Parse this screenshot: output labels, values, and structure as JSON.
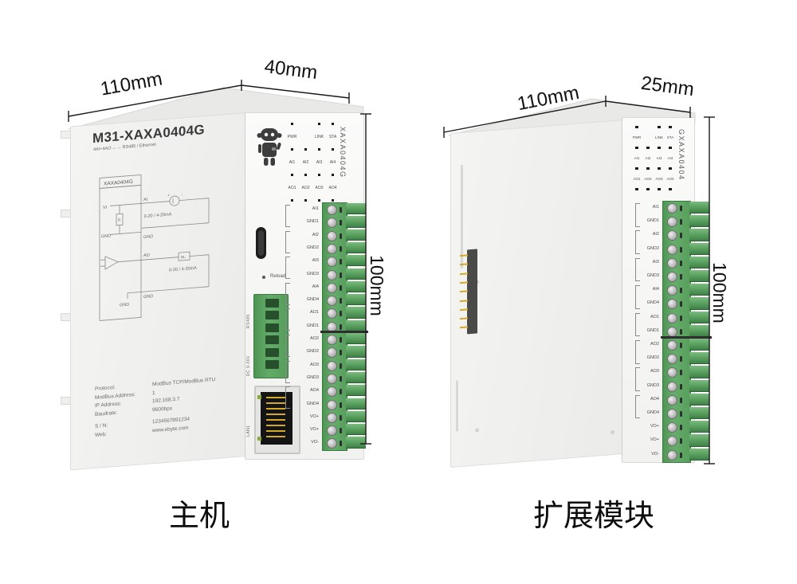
{
  "captions": {
    "main": "主机",
    "expansion": "扩展模块"
  },
  "main_module": {
    "dims": {
      "width": "110mm",
      "depth": "40mm",
      "height": "100mm"
    },
    "title": "M31-XAXA0404G",
    "subtitle": "4AI+4AO ←→ RS485 / Ethernet",
    "side_label": "XAXA0404G",
    "diagram": {
      "header": "XAXA0404G",
      "vi": "VI",
      "ai": "AI",
      "ao": "AO",
      "gnd": "GND",
      "r": "R",
      "rl": "RL",
      "ai_range": "0-20 / 4-20mA",
      "ao_range": "0-20 / 4-20mA"
    },
    "specs": [
      {
        "label": "Protocol:",
        "value": "ModBus TCP/ModBus RTU"
      },
      {
        "label": "ModBus Address:",
        "value": "1"
      },
      {
        "label": "IP Address:",
        "value": "192.168.3.7"
      },
      {
        "label": "Baudrate:",
        "value": "9600bps"
      },
      {
        "label": "S / N:",
        "value": "1234567891234"
      },
      {
        "label": "Web:",
        "value": "www.ebyte.com"
      }
    ],
    "leds": {
      "row1": [
        "PWR",
        "",
        "LINK",
        "STA"
      ],
      "row2": [
        "AI1",
        "AI2",
        "AI3",
        "AI4"
      ],
      "row3": [
        "AO1",
        "AO2",
        "AO3",
        "AO4"
      ]
    },
    "ports": {
      "reload": "Reload",
      "rs485": "RS485",
      "power": "DC 9-36V",
      "lan": "LAN1"
    },
    "terminals": [
      "AI1",
      "GND1",
      "AI2",
      "GND2",
      "AI3",
      "GND3",
      "AI4",
      "GND4",
      "AO1",
      "GND1",
      "AO2",
      "GND2",
      "AO3",
      "GND3",
      "AO4",
      "GND4",
      "VO+",
      "VO+",
      "VO-"
    ]
  },
  "expansion_module": {
    "dims": {
      "width": "110mm",
      "depth": "25mm",
      "height": "100mm"
    },
    "side_label": "GXAXA0404",
    "leds": {
      "row1": [
        "PWR",
        "",
        "LINK",
        "STA"
      ],
      "row2": [
        "AI1",
        "AI2",
        "AI3",
        "AI4"
      ],
      "row3": [
        "AO1",
        "AO2",
        "AO3",
        "AO4"
      ]
    },
    "terminals": [
      "AI1",
      "GND1",
      "AI2",
      "GND2",
      "AI3",
      "GND3",
      "AI4",
      "GND4",
      "AO1",
      "GND1",
      "AO2",
      "GND2",
      "AO3",
      "GND3",
      "AO4",
      "GND4",
      "VO+",
      "VO+",
      "VO-"
    ]
  },
  "colors": {
    "terminal_green": "#5ca561",
    "terminal_green_dark": "#3f8146",
    "led_dot": "#1b1b1b",
    "gold_pin": "#d4a928",
    "body_light": "#f4f4f2"
  }
}
